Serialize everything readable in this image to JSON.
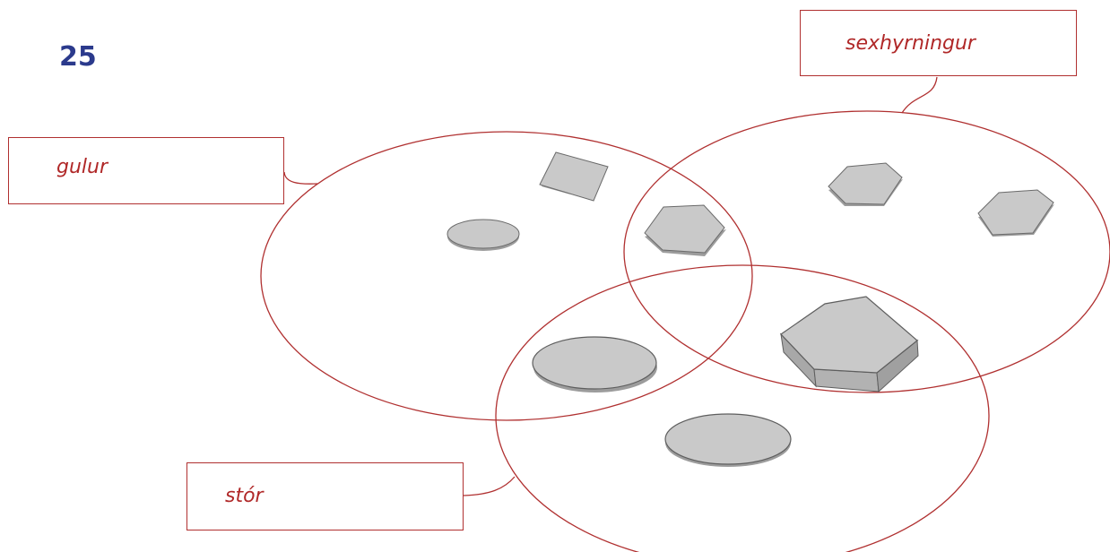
{
  "page_number": "25",
  "sets": {
    "gulur": "gulur",
    "sexhyrningur": "sexhyrningur",
    "stor": "stór"
  },
  "colors": {
    "outline": "#b03030",
    "label_text": "#b02828",
    "page_number": "#2b3a8c",
    "shape_fill": "#c9c9c9",
    "shape_side": "#9c9c9c",
    "shape_edge": "#6a6a6a"
  },
  "shapes": [
    {
      "kind": "small-square",
      "sets": [
        "gulur"
      ]
    },
    {
      "kind": "small-ellipse",
      "sets": [
        "gulur"
      ]
    },
    {
      "kind": "small-hexagon",
      "sets": [
        "gulur",
        "sexhyrningur"
      ]
    },
    {
      "kind": "small-hexagon",
      "sets": [
        "sexhyrningur"
      ]
    },
    {
      "kind": "small-hexagon",
      "sets": [
        "sexhyrningur"
      ]
    },
    {
      "kind": "large-ellipse",
      "sets": [
        "gulur",
        "stor"
      ]
    },
    {
      "kind": "large-hexagon",
      "sets": [
        "sexhyrningur",
        "stor"
      ]
    },
    {
      "kind": "large-ellipse",
      "sets": [
        "stor"
      ]
    }
  ]
}
